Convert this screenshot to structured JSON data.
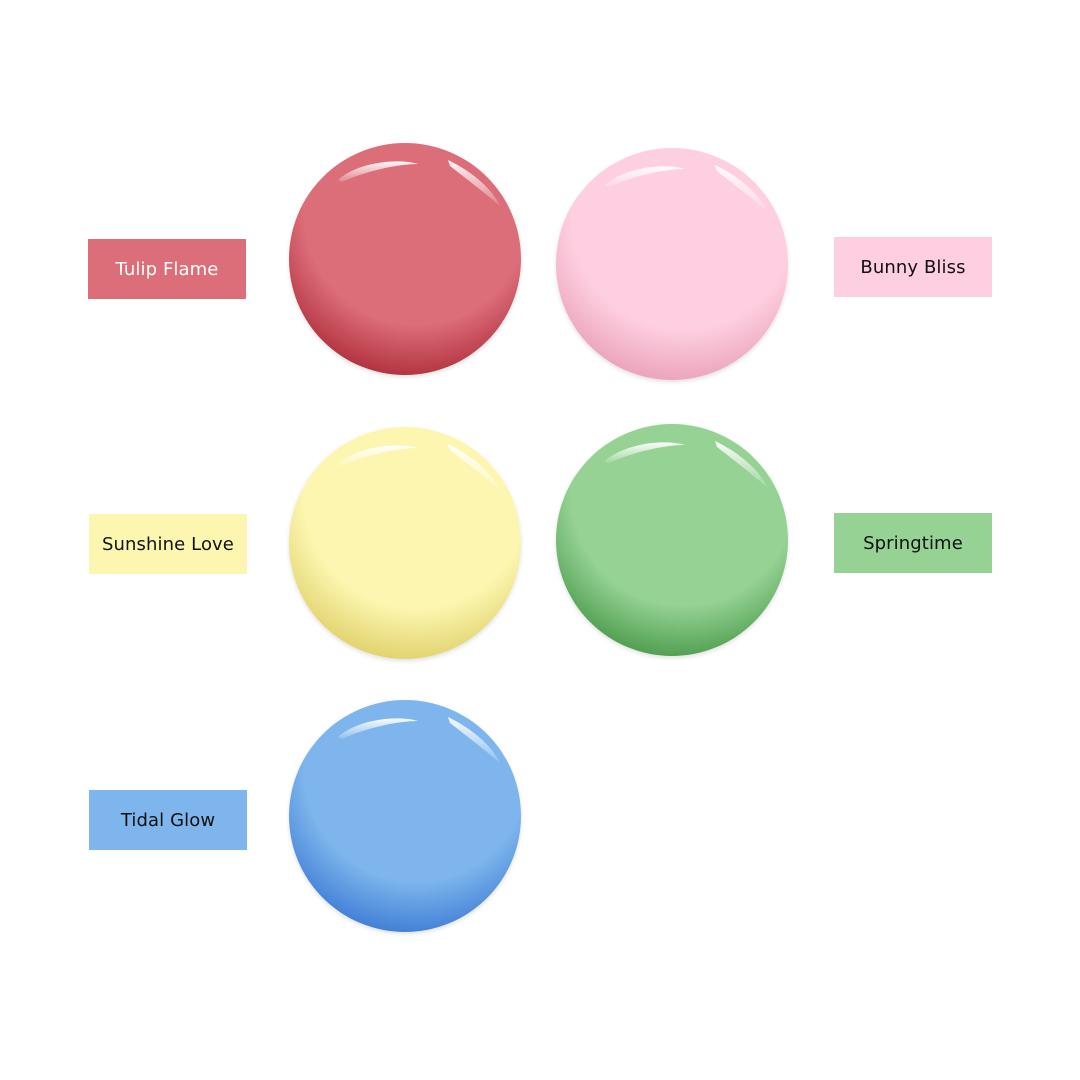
{
  "shades": [
    {
      "name": "Tulip Flame",
      "color": "#dc6e79",
      "dark": "#a5202e",
      "text_color": "#ffffff"
    },
    {
      "name": "Bunny Bliss",
      "color": "#fecfe0",
      "dark": "#e596b1",
      "text_color": "#111111"
    },
    {
      "name": "Sunshine Love",
      "color": "#fcf6b0",
      "dark": "#d9c85a",
      "text_color": "#111111"
    },
    {
      "name": "Springtime",
      "color": "#95d294",
      "dark": "#3b8f3c",
      "text_color": "#111111"
    },
    {
      "name": "Tidal Glow",
      "color": "#7db5ec",
      "dark": "#2f6fd0",
      "text_color": "#111111"
    }
  ]
}
